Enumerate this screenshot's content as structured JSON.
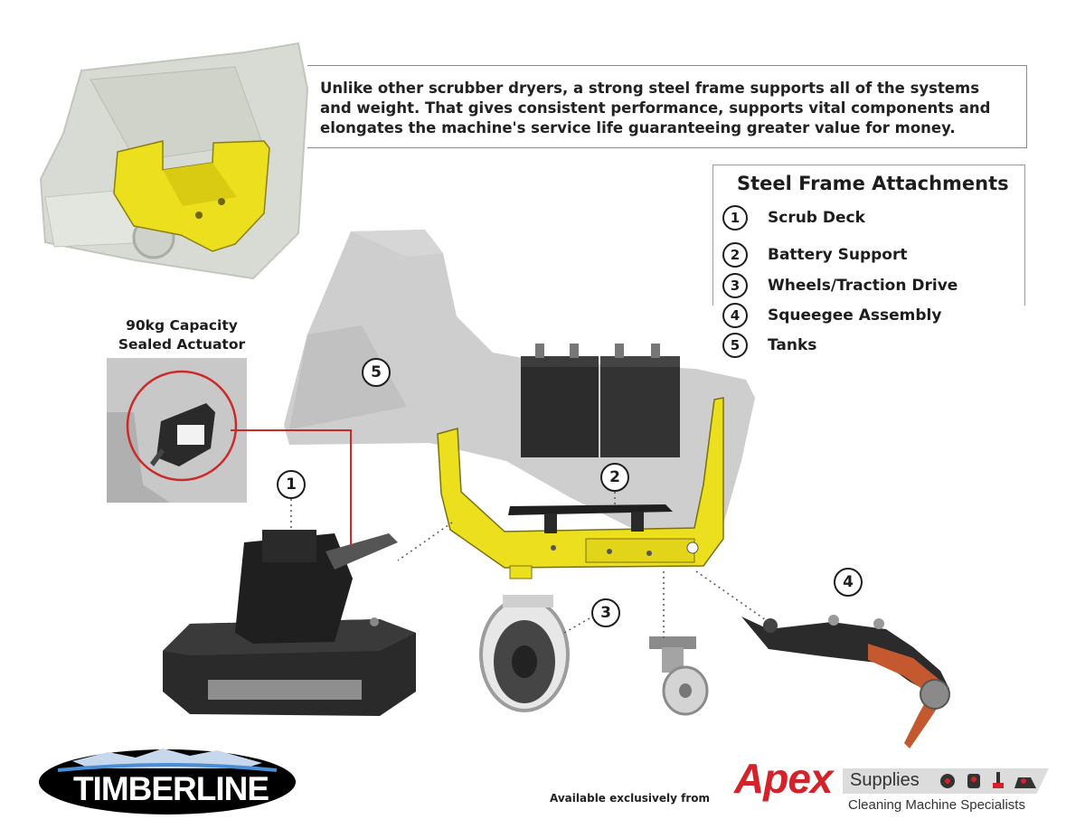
{
  "intro_text": "Unlike other scrubber dryers, a strong steel frame supports all of the systems and weight. That gives consistent performance, supports vital components and elongates the machine's service life guaranteeing greater value for money.",
  "legend": {
    "title": "Steel Frame Attachments",
    "items": [
      {
        "number": "1",
        "label": "Scrub Deck"
      },
      {
        "number": "2",
        "label": "Battery Support"
      },
      {
        "number": "3",
        "label": "Wheels/Traction Drive"
      },
      {
        "number": "4",
        "label": "Squeegee Assembly"
      },
      {
        "number": "5",
        "label": "Tanks"
      }
    ]
  },
  "actuator": {
    "line1": "90kg  Capacity",
    "line2": "Sealed Actuator"
  },
  "callouts": [
    "1",
    "2",
    "3",
    "4",
    "5"
  ],
  "footer": {
    "brand_logo": "TIMBERLINE",
    "available_text": "Available exclusively from",
    "apex_name": "Apex",
    "apex_supplies": "Supplies",
    "apex_tagline": "Cleaning Machine Specialists"
  },
  "colors": {
    "frame_yellow": "#ecdf1e",
    "apex_red": "#d4222a",
    "callout_line_red": "#cc2a2a"
  }
}
